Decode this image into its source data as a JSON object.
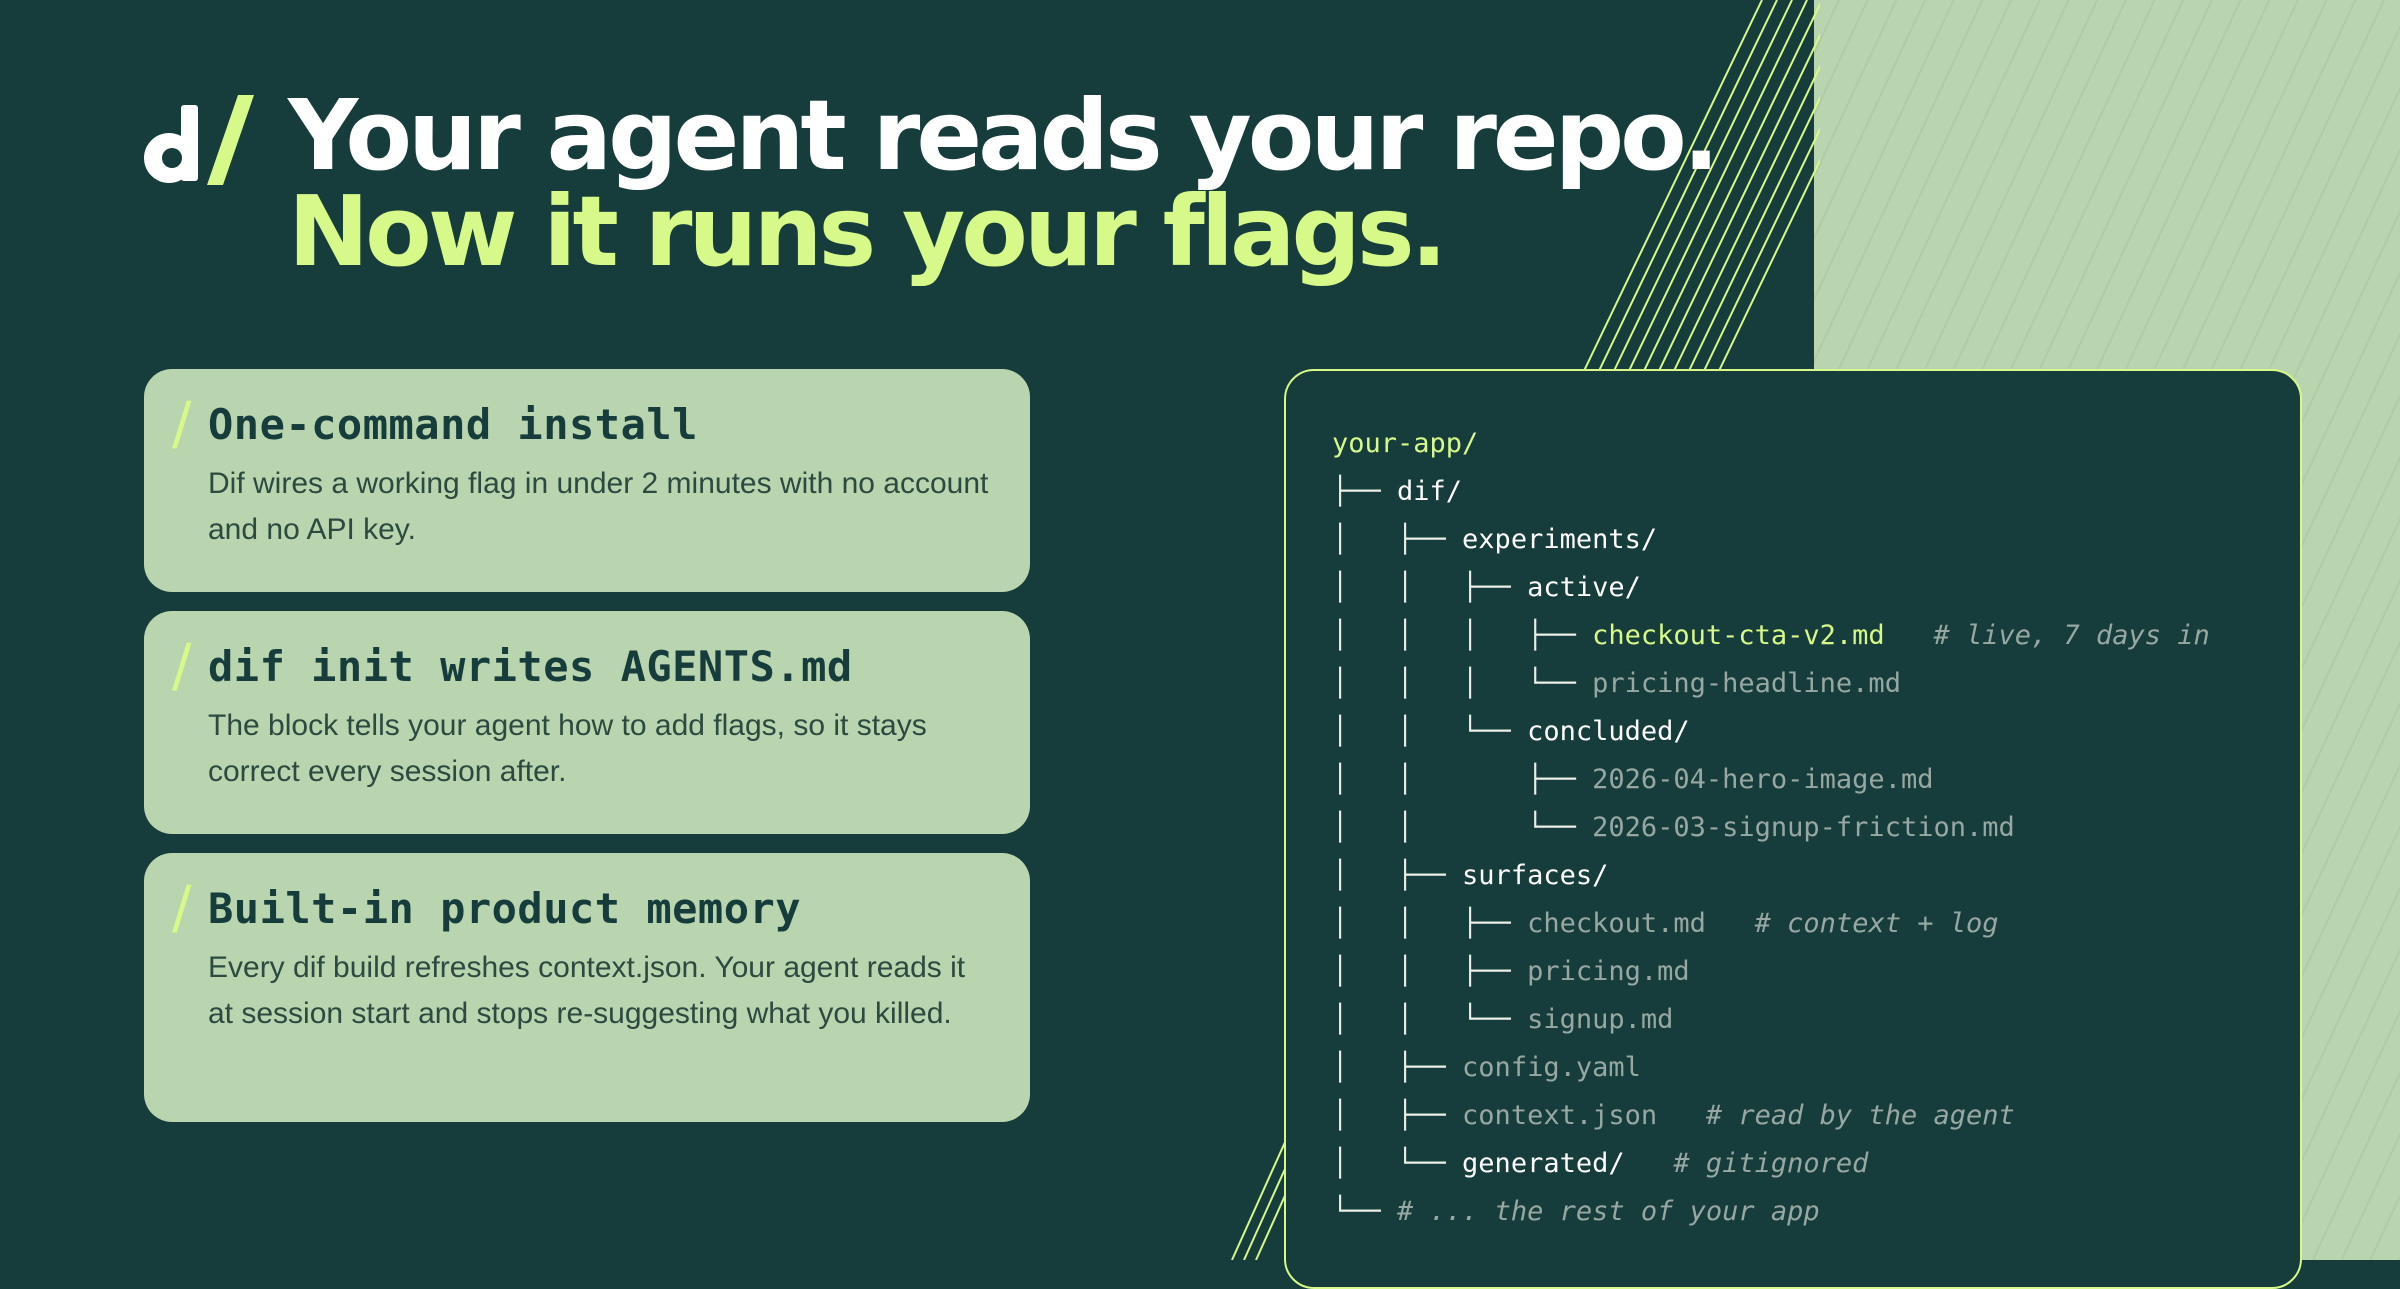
{
  "colors": {
    "background": "#163c3b",
    "accent": "#d6f98a",
    "panel": "#b9d5af",
    "text_dark": "#163c3b"
  },
  "logo": {
    "text": "d/"
  },
  "headline": {
    "line1": "Your agent reads your repo.",
    "line2": "Now it runs your flags."
  },
  "features": [
    {
      "title": "One-command install",
      "body": "Dif wires a working flag in under 2 minutes with no account and no API key."
    },
    {
      "title": "dif init writes AGENTS.md",
      "body": "The block tells your agent how to add flags, so it stays correct every session after."
    },
    {
      "title": "Built-in product memory",
      "body": "Every dif build refreshes context.json. Your agent reads it at session start and stops re-suggesting what you killed."
    }
  ],
  "tree": [
    {
      "branch": "",
      "name": "your-app/",
      "kind": "root",
      "comment": ""
    },
    {
      "branch": "├── ",
      "name": "dif/",
      "kind": "dir",
      "comment": ""
    },
    {
      "branch": "│   ├── ",
      "name": "experiments/",
      "kind": "dir",
      "comment": ""
    },
    {
      "branch": "│   │   ├── ",
      "name": "active/",
      "kind": "dir",
      "comment": ""
    },
    {
      "branch": "│   │   │   ├── ",
      "name": "checkout-cta-v2.md",
      "kind": "active",
      "comment": "   # live, 7 days in"
    },
    {
      "branch": "│   │   │   └── ",
      "name": "pricing-headline.md",
      "kind": "file",
      "comment": ""
    },
    {
      "branch": "│   │   └── ",
      "name": "concluded/",
      "kind": "dir",
      "comment": ""
    },
    {
      "branch": "│   │       ├── ",
      "name": "2026-04-hero-image.md",
      "kind": "file",
      "comment": ""
    },
    {
      "branch": "│   │       └── ",
      "name": "2026-03-signup-friction.md",
      "kind": "file",
      "comment": ""
    },
    {
      "branch": "│   ├── ",
      "name": "surfaces/",
      "kind": "dir",
      "comment": ""
    },
    {
      "branch": "│   │   ├── ",
      "name": "checkout.md",
      "kind": "file",
      "comment": "   # context + log"
    },
    {
      "branch": "│   │   ├── ",
      "name": "pricing.md",
      "kind": "file",
      "comment": ""
    },
    {
      "branch": "│   │   └── ",
      "name": "signup.md",
      "kind": "file",
      "comment": ""
    },
    {
      "branch": "│   ├── ",
      "name": "config.yaml",
      "kind": "file",
      "comment": ""
    },
    {
      "branch": "│   ├── ",
      "name": "context.json",
      "kind": "file",
      "comment": "   # read by the agent"
    },
    {
      "branch": "│   └── ",
      "name": "generated/",
      "kind": "dir",
      "comment": "   # gitignored"
    },
    {
      "branch": "└── ",
      "name": "",
      "kind": "file",
      "comment": "# ... the rest of your app"
    }
  ]
}
